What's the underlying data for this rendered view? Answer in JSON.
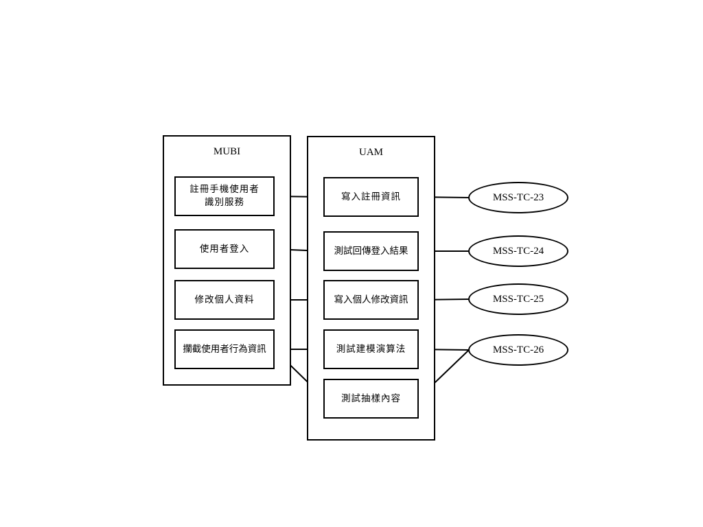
{
  "mubi": {
    "title": "MUBI",
    "items": [
      {
        "label": "註冊手機使用者\n識別服務"
      },
      {
        "label": "使用者登入"
      },
      {
        "label": "修改個人資料"
      },
      {
        "label": "攔截使用者行為資訊"
      }
    ]
  },
  "uam": {
    "title": "UAM",
    "items": [
      {
        "label": "寫入註冊資訊"
      },
      {
        "label": "測試回傳登入結果"
      },
      {
        "label": "寫入個人修改資訊"
      },
      {
        "label": "測試建模演算法"
      },
      {
        "label": "測試抽樣內容"
      }
    ]
  },
  "testcases": [
    {
      "label": "MSS-TC-23"
    },
    {
      "label": "MSS-TC-24"
    },
    {
      "label": "MSS-TC-25"
    },
    {
      "label": "MSS-TC-26"
    }
  ],
  "links": [
    {
      "from": "mubi.0",
      "to": "uam.0",
      "kind": "arrow"
    },
    {
      "from": "mubi.1",
      "to": "uam.1",
      "kind": "arrow"
    },
    {
      "from": "mubi.2",
      "to": "uam.2",
      "kind": "arrow"
    },
    {
      "from": "mubi.3",
      "to": "uam.3",
      "kind": "arrow"
    },
    {
      "from": "mubi.3",
      "to": "uam.4",
      "kind": "arrow"
    },
    {
      "from": "uam.0",
      "to": "tc.0",
      "kind": "line"
    },
    {
      "from": "uam.1",
      "to": "tc.1",
      "kind": "line"
    },
    {
      "from": "uam.2",
      "to": "tc.2",
      "kind": "line"
    },
    {
      "from": "uam.3",
      "to": "tc.3",
      "kind": "line"
    },
    {
      "from": "uam.4",
      "to": "tc.3",
      "kind": "line"
    }
  ]
}
